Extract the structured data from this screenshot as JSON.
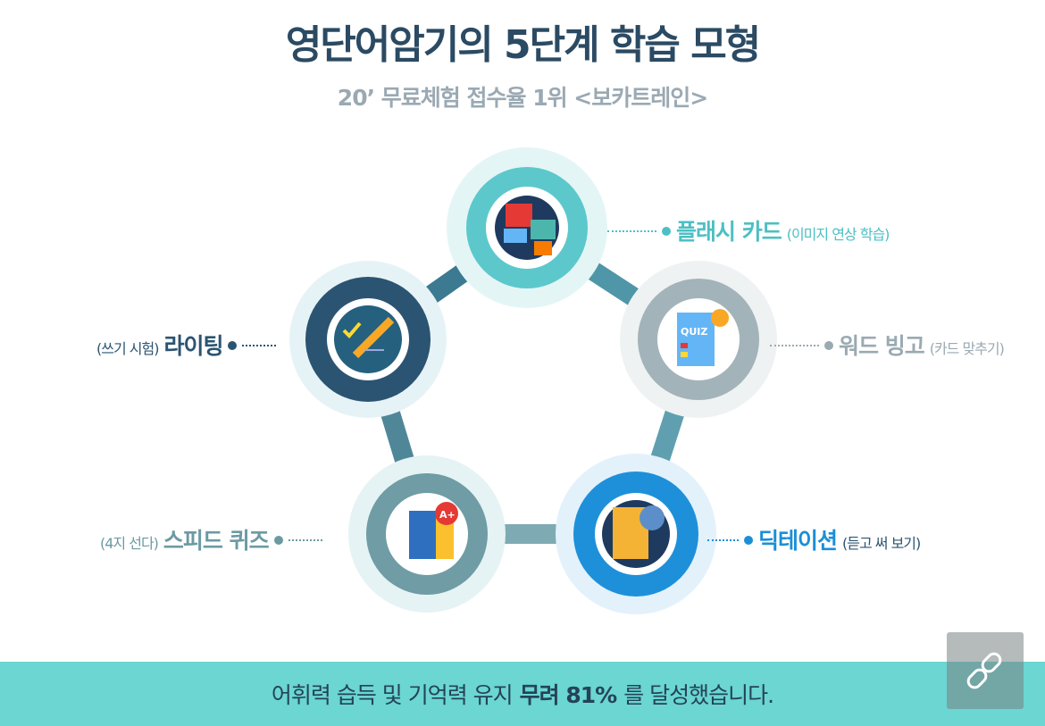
{
  "title": "영단어암기의 5단계 학습 모형",
  "subtitle": "20’ 무료체험 접수율 1위 <보카트레인>",
  "steps": [
    {
      "name": "플래시 카드",
      "desc": "(이미지 연상 학습)",
      "color": "#4dbfc4"
    },
    {
      "name": "워드 빙고",
      "desc": "(카드 맞추기)",
      "color": "#9aaab2"
    },
    {
      "name": "딕테이션",
      "desc": "(듣고 써 보기)",
      "color": "#1b8fd6"
    },
    {
      "name": "스피드 퀴즈",
      "desc": "(4지 선다)",
      "color": "#6c9aa3"
    },
    {
      "name": "라이팅",
      "desc": "(쓰기 시험)",
      "color": "#2b5472"
    }
  ],
  "quiz_icon_text": "QUIZ",
  "grade_icon_text": "A+",
  "footer": {
    "pre": "어휘력 습득 및 기억력 유지",
    "bold": "무려 81%",
    "post": "를 달성했습니다."
  }
}
